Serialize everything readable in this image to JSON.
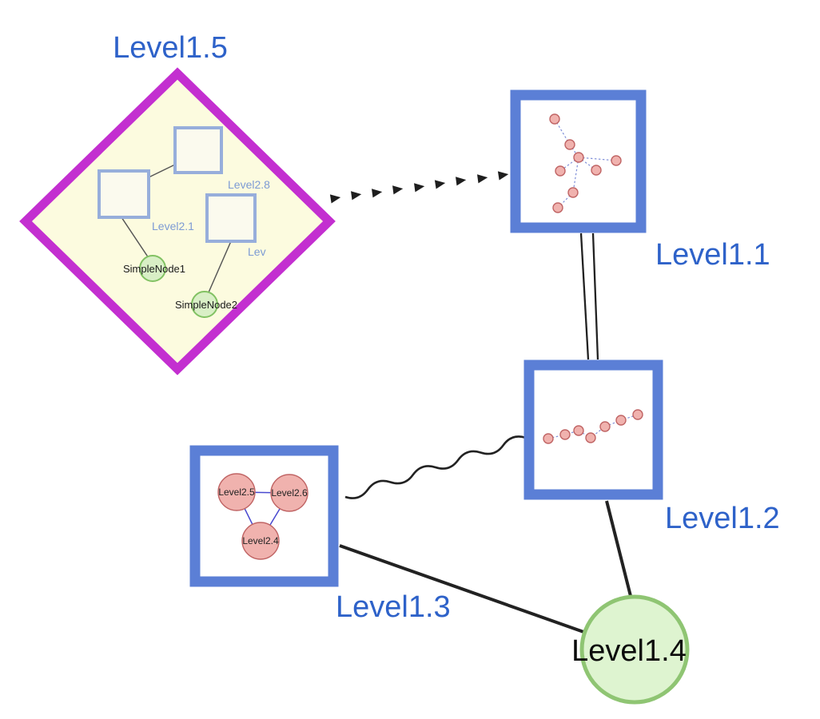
{
  "colors": {
    "label-blue": "#2e62c9",
    "inner-label-blue": "#7d9bd4",
    "node-border-blue": "#5b7fd6",
    "group-border-magenta": "#c32fd0",
    "group-fill-yellow": "#fcfbdf",
    "inner-square-stroke": "#97aedb",
    "inner-square-fill": "#fbfaee",
    "green-fill": "#d9efc6",
    "green-stroke": "#82c263",
    "big-green-fill": "#def4d0",
    "big-green-stroke": "#8fc573",
    "pink-fill": "#f0b2ae",
    "pink-stroke": "#c06464",
    "mini-edge-blue": "#8090d8",
    "triangle-edge-blue": "#4848cf",
    "edge-dark": "#222222"
  },
  "nodes": {
    "level15": {
      "label": "Level1.5",
      "shape": "diamond-group"
    },
    "level11": {
      "label": "Level1.1",
      "shape": "square"
    },
    "level12": {
      "label": "Level1.2",
      "shape": "square"
    },
    "level13": {
      "label": "Level1.3",
      "shape": "square"
    },
    "level14": {
      "label": "Level1.4",
      "shape": "circle"
    }
  },
  "level15_children": {
    "square_top": {
      "label": "Level2.8"
    },
    "square_left": {
      "label": "Level2.1"
    },
    "square_right": {
      "label": "Lev"
    },
    "simple1": {
      "label": "SimpleNode1"
    },
    "simple2": {
      "label": "SimpleNode2"
    }
  },
  "level13_children": {
    "left": {
      "label": "Level2.5"
    },
    "right": {
      "label": "Level2.6"
    },
    "bottom": {
      "label": "Level2.4"
    }
  },
  "edges": [
    {
      "from": "Level1.5",
      "to": "Level1.1",
      "style": "dashed-arrow"
    },
    {
      "from": "Level1.1",
      "to": "Level1.2",
      "style": "double-line"
    },
    {
      "from": "Level1.3",
      "to": "Level1.2",
      "style": "wavy"
    },
    {
      "from": "Level1.3",
      "to": "Level1.4",
      "style": "solid"
    },
    {
      "from": "Level1.2",
      "to": "Level1.4",
      "style": "solid"
    }
  ]
}
